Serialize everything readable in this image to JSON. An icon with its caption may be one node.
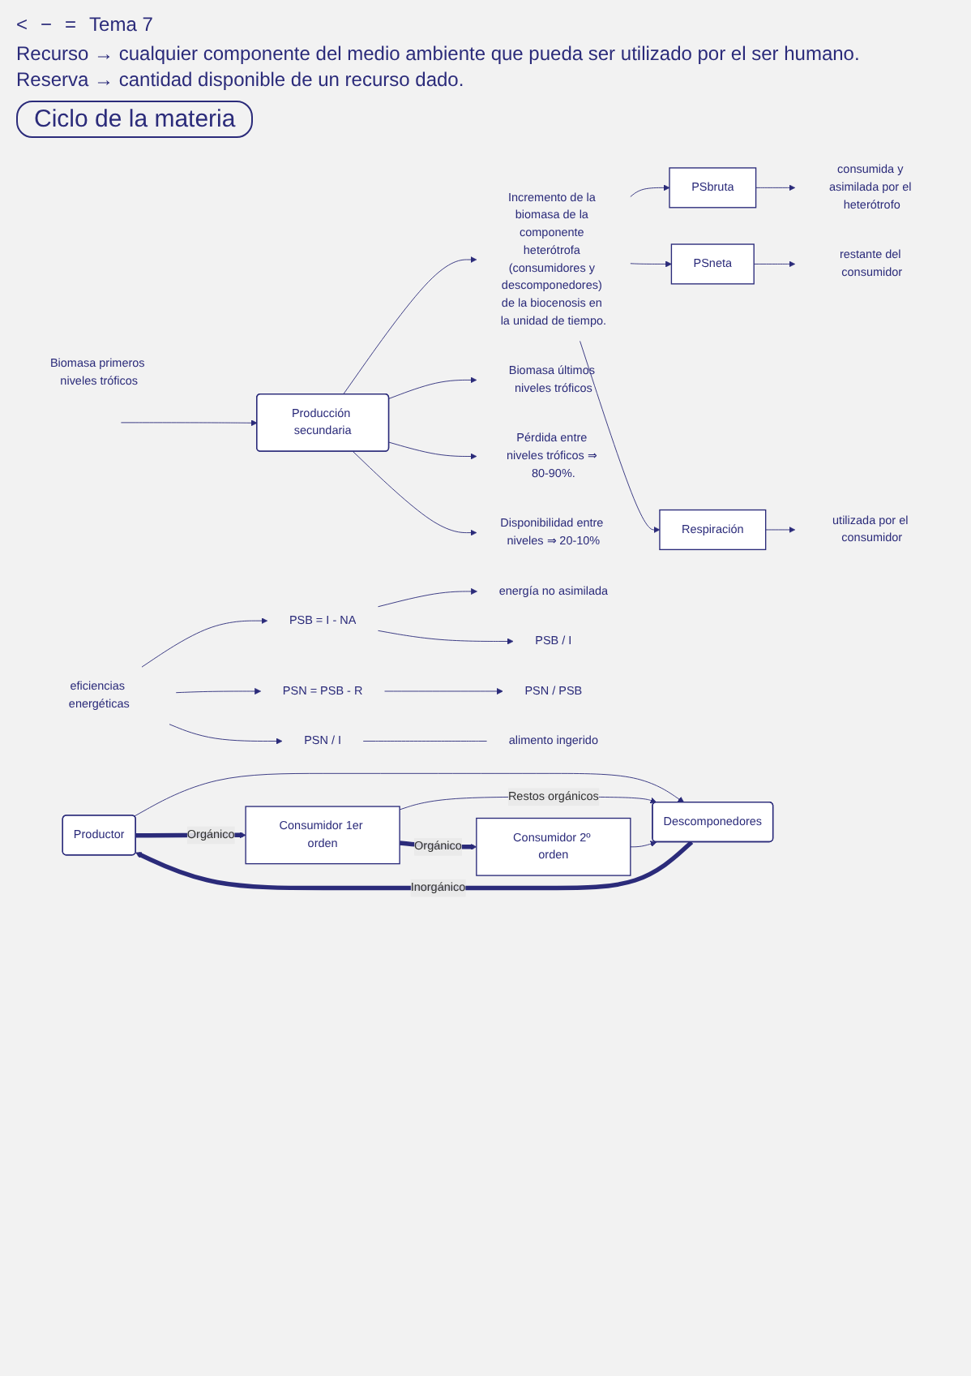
{
  "diagram": {
    "title": "Ciclo de la materia",
    "nodes": [
      {
        "text": [
          "Producción secundaria"
        ]
      },
      {
        "text": [
          "Incremento de la biomasa de la componente heterótrofa (consumidores y descomponedores) de la biocenosis en la unidad de tiempo."
        ]
      },
      {
        "text": [
          "PSbruta"
        ]
      },
      {
        "text": [
          "PSneta"
        ]
      },
      {
        "text": [
          "Respiración"
        ]
      },
      {
        "text": [
          "consumida y asimilada por el heterótrofo"
        ]
      },
      {
        "text": [
          "restante del consumidor"
        ]
      },
      {
        "text": [
          "utilizada por el consumidor"
        ]
      },
      {
        "text": [
          "Biomasa últimos niveles tróficos"
        ]
      },
      {
        "text": [
          "Biomasa primeros niveles tróficos"
        ]
      },
      {
        "text": [
          "Pérdida entre niveles tróficos ⇒ 80-90%."
        ]
      },
      {
        "text": [
          "Disponibilidad entre niveles ⇒ 20-10%"
        ]
      },
      {
        "text": [
          "eficiencias energéticas"
        ]
      },
      {
        "text": [
          "PSB = I - NA"
        ]
      },
      {
        "text": [
          "energía no asimilada"
        ]
      },
      {
        "text": [
          "PSB / I"
        ]
      },
      {
        "text": [
          "PSN = PSB - R"
        ]
      },
      {
        "text": [
          "PSN / PSB"
        ]
      },
      {
        "text": [
          "PSN / I"
        ]
      },
      {
        "text": [
          "alimento ingerido"
        ]
      },
      {
        "text": [
          "Productor"
        ]
      },
      {
        "text": [
          "Consumidor 1er orden"
        ]
      },
      {
        "text": [
          "Consumidor 2º orden"
        ]
      },
      {
        "text": [
          "Descomponedores"
        ]
      }
    ],
    "edges": [
      {
        "from": null,
        "to": 0,
        "arrow": "to"
      },
      {
        "from": 0,
        "to": 1,
        "arrow": "to"
      },
      {
        "from": 1,
        "to": 2,
        "arrow": "to"
      },
      {
        "from": 1,
        "to": 3,
        "arrow": "to"
      },
      {
        "from": 1,
        "to": 4,
        "arrow": "to"
      },
      {
        "from": 2,
        "to": 5,
        "arrow": "to"
      },
      {
        "from": 3,
        "to": 6,
        "arrow": "to"
      },
      {
        "from": 4,
        "to": 7,
        "arrow": "to"
      },
      {
        "from": 0,
        "to": 8,
        "arrow": "to"
      },
      {
        "from": 0,
        "to": 10,
        "arrow": "to"
      },
      {
        "from": 0,
        "to": 11,
        "arrow": "to"
      },
      {
        "from": 12,
        "to": 13,
        "arrow": "to"
      },
      {
        "from": 12,
        "to": 16,
        "arrow": "to"
      },
      {
        "from": 12,
        "to": 18,
        "arrow": "to"
      },
      {
        "from": 13,
        "to": 14,
        "arrow": "to"
      },
      {
        "from": 13,
        "to": 15,
        "arrow": "to"
      },
      {
        "from": 16,
        "to": 17,
        "arrow": "to"
      },
      {
        "from": 18,
        "to": 19,
        "arrow": "none"
      },
      {
        "from": 20,
        "to": 21,
        "arrow": "to",
        "label": "Orgánico",
        "style": "thick"
      },
      {
        "from": 21,
        "to": 22,
        "arrow": "to",
        "label": "Orgánico",
        "style": "thick"
      },
      {
        "from": 20,
        "to": 23,
        "arrow": "to"
      },
      {
        "from": 21,
        "to": 23,
        "arrow": "to",
        "label": "Restos orgánicos"
      },
      {
        "from": 22,
        "to": 23,
        "arrow": "to"
      },
      {
        "from": 23,
        "to": 20,
        "arrow": "to",
        "label": "Inorgánico",
        "style": "thick"
      }
    ],
    "labels": [
      "<",
      "−",
      "=",
      "Tema 7",
      "Recurso → cualquier componente del medio ambiente que pueda ser utilizado por el ser humano.",
      "Reserva → cantidad disponible de un recurso dado."
    ]
  }
}
